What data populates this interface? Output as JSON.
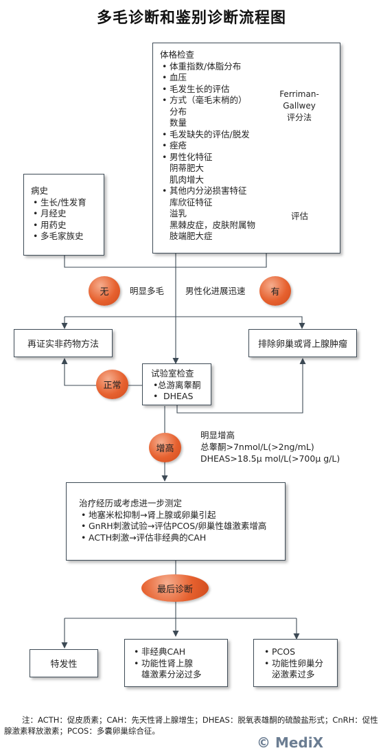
{
  "title": "多毛诊断和鉴别诊断流程图",
  "exam": {
    "head": "体格检查",
    "items": [
      {
        "text": "体重指数/体脂分布",
        "bullet": true
      },
      {
        "text": "血压",
        "bullet": true
      },
      {
        "text": "毛发生长的评估",
        "bullet": true
      },
      {
        "text": "方式（毫毛末梢的）",
        "bullet": true
      },
      {
        "text": "分布",
        "bullet": false
      },
      {
        "text": "数量",
        "bullet": false
      },
      {
        "text": "毛发缺失的评估/脱发",
        "bullet": true
      },
      {
        "text": "痤疮",
        "bullet": true
      },
      {
        "text": "男性化特征",
        "bullet": true
      },
      {
        "text": "阴蒂肥大",
        "bullet": false
      },
      {
        "text": "肌肉增大",
        "bullet": false
      },
      {
        "text": "其他内分泌损害特征",
        "bullet": true
      },
      {
        "text": "库欣征特征",
        "bullet": false
      },
      {
        "text": "溢乳",
        "bullet": false
      },
      {
        "text": "黑棘皮症，皮肤附属物",
        "bullet": false
      },
      {
        "text": "肢端肥大症",
        "bullet": false
      }
    ]
  },
  "ferriman": {
    "line1": "Ferriman-",
    "line2": "Gallwey",
    "line3": "评分法"
  },
  "pinggu": "评估",
  "history": {
    "head": "病史",
    "items": [
      "生长/性发育",
      "月经史",
      "用药史",
      "多毛家族史"
    ]
  },
  "circles": {
    "none": "无",
    "yes": "有",
    "normal": "正常",
    "raised": "增高",
    "final": "最后诊断"
  },
  "labels": {
    "obvious_hirsutism": "明显多毛",
    "rapid_virilization": "男性化进展迅速",
    "obvious_raise": "明显增高",
    "testosterone": "总睾酮>7nmol/L(>2ng/mL)",
    "dheas": "DHEAS>18.5μ mol/L(>700μ g/L)"
  },
  "confirm_box": "再证实非药物方法",
  "exclude_box": "排除卵巢或肾上腺肿瘤",
  "lab": {
    "head": "试验室检查",
    "items": [
      "总游离睾酮",
      "DHEAS"
    ]
  },
  "treat": {
    "head": "治疗经历或考虑进一步测定",
    "items": [
      "地塞米松抑制→肾上腺或卵巢引起",
      "GnRH刺激试验→评估PCOS/卵巢性雄激素增高",
      "ACTH刺激→评估非经典的CAH"
    ]
  },
  "dx_idiopathic": "特发性",
  "dx_cah": {
    "items": [
      "非经典CAH",
      "功能性肾上腺"
    ],
    "cont": "雄激素分泌过多"
  },
  "dx_pcos": {
    "items": [
      "PCOS",
      "功能性卵巢分"
    ],
    "cont": "泌激素过多"
  },
  "footnote": "注：ACTH：促皮质素；CAH：先天性肾上腺增生；DHEAS：脱氧表雄酮的硫酸盐形式；CnRH：促性腺激素释放激素；PCOS：多囊卵巢综合征。",
  "watermark": "© MediX"
}
